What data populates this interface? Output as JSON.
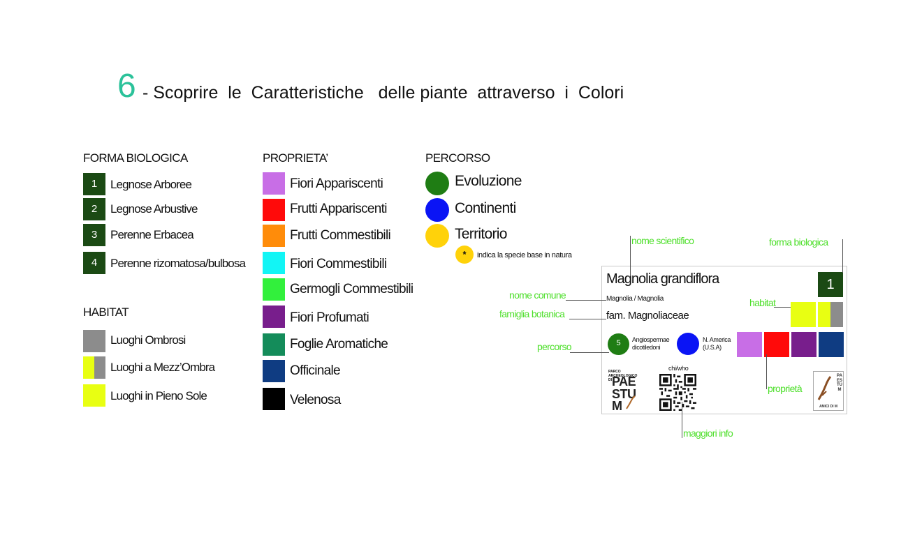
{
  "title": {
    "number": "6",
    "text": "- Scoprire  le  Caratteristiche   delle piante  attraverso  i  Colori",
    "number_color": "#2bc29a"
  },
  "forma_biologica": {
    "heading": "FORMA BIOLOGICA",
    "color": "#1b4a14",
    "items": [
      {
        "num": "1",
        "label": "Legnose Arboree"
      },
      {
        "num": "2",
        "label": "Legnose Arbustive"
      },
      {
        "num": "3",
        "label": "Perenne Erbacea"
      },
      {
        "num": "4",
        "label": "Perenne rizomatosa/bulbosa"
      }
    ]
  },
  "habitat": {
    "heading": "HABITAT",
    "items": [
      {
        "label": "Luoghi Ombrosi",
        "colors": [
          "#8c8c8c"
        ]
      },
      {
        "label": "Luoghi a Mezz’Ombra",
        "colors": [
          "#e8ff12",
          "#8c8c8c"
        ]
      },
      {
        "label": "Luoghi in Pieno Sole",
        "colors": [
          "#e8ff12"
        ]
      }
    ]
  },
  "proprieta": {
    "heading": "PROPRIETA’",
    "items": [
      {
        "label": "Fiori Appariscenti",
        "color": "#c86ee6"
      },
      {
        "label": "Frutti Appariscenti",
        "color": "#ff0a0a"
      },
      {
        "label": "Frutti Commestibili",
        "color": "#ff8c0a"
      },
      {
        "label": "Fiori Commestibili",
        "color": "#12f5f5"
      },
      {
        "label": "Germogli Commestibili",
        "color": "#32f03c"
      },
      {
        "label": "Fiori Profumati",
        "color": "#781e8c"
      },
      {
        "label": "Foglie Aromatiche",
        "color": "#148c5a"
      },
      {
        "label": "Officinale",
        "color": "#0f3c82"
      },
      {
        "label": "Velenosa",
        "color": "#000000"
      }
    ]
  },
  "percorso": {
    "heading": "PERCORSO",
    "items": [
      {
        "label": "Evoluzione",
        "color": "#1f7d14"
      },
      {
        "label": "Continenti",
        "color": "#0a14f5"
      },
      {
        "label": "Territorio",
        "color": "#ffd20a"
      }
    ],
    "note_symbol": "*",
    "note": "indica la specie base in natura"
  },
  "card": {
    "scientific_name": "Magnolia grandiflora",
    "common_name": "Magnolia / Magnolia",
    "family": "fam. Magnoliaceae",
    "forma_num": "1",
    "percorso_num": "5",
    "percorso_text_1": "Angiospermae",
    "percorso_text_2": "dicotiledoni",
    "continent_text_1": "N. America",
    "continent_text_2": "(U.S.A)",
    "qr_label": "chi/who",
    "logo_small_1": "PARCO",
    "logo_small_2": "ARCHEOLOGICO",
    "logo_small_3": "DI",
    "logo_paestum_1": "PAE",
    "logo_paestum_2": "STU",
    "logo_paestum_3": "M",
    "logo2_vertical": "PAESTUM",
    "logo2_bottom": "AMICI DI M",
    "habitat_colors": [
      "#e8ff12",
      "#e8ff12",
      "#8c8c8c"
    ],
    "prop_colors": [
      "#c86ee6",
      "#ff0a0a",
      "#781e8c",
      "#0f3c82"
    ]
  },
  "annotations": {
    "nome_scientifico": "nome scientifico",
    "forma_biologica": "forma biologica",
    "nome_comune": "nome comune",
    "famiglia_botanica": "famiglia botanica",
    "habitat": "habitat",
    "percorso": "percorso",
    "proprieta": "proprietà",
    "maggiori_info": "maggiori info",
    "color": "#4ddf2a"
  }
}
